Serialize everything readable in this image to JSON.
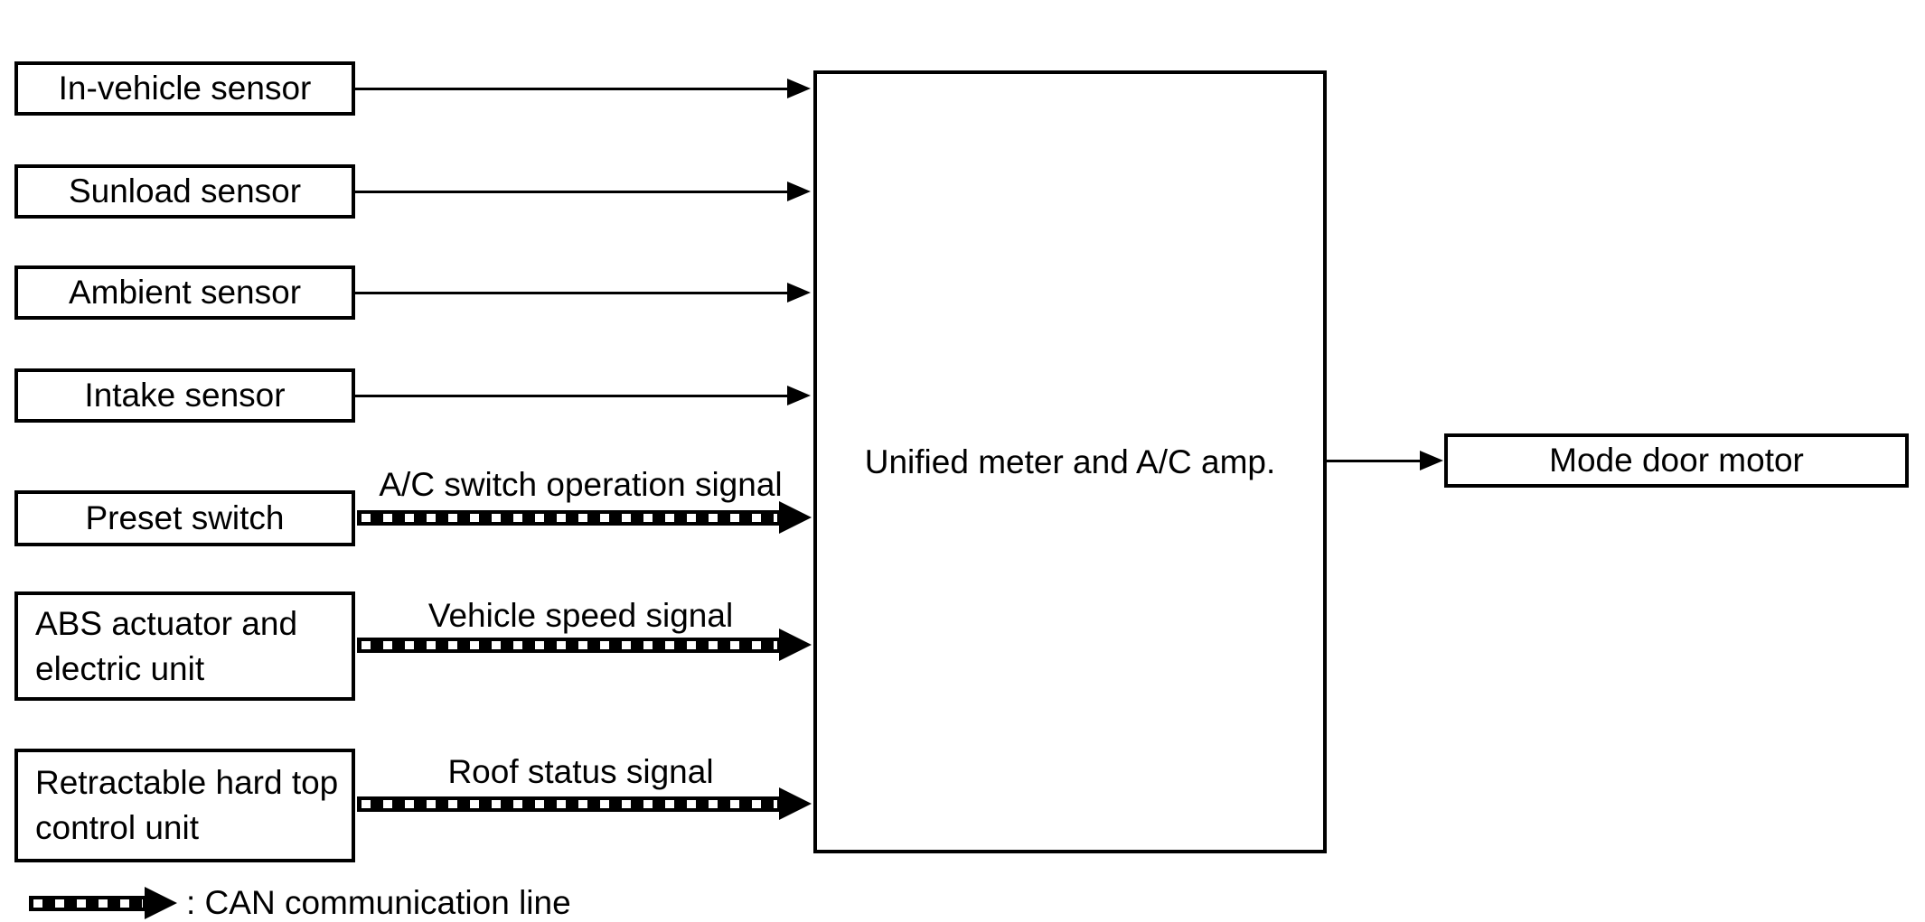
{
  "diagram": {
    "sources": [
      {
        "label": "In-vehicle sensor",
        "line_type": "plain"
      },
      {
        "label": "Sunload sensor",
        "line_type": "plain"
      },
      {
        "label": "Ambient sensor",
        "line_type": "plain"
      },
      {
        "label": "Intake sensor",
        "line_type": "plain"
      },
      {
        "label": "Preset switch",
        "line_type": "CAN",
        "signal": "A/C switch operation signal"
      },
      {
        "label": "ABS actuator and\nelectric unit",
        "line_type": "CAN",
        "signal": "Vehicle speed signal"
      },
      {
        "label": "Retractable hard top\ncontrol unit",
        "line_type": "CAN",
        "signal": "Roof status signal"
      }
    ],
    "center_box": {
      "label": "Unified meter and A/C amp."
    },
    "output_box": {
      "label": "Mode door motor"
    },
    "legend": {
      "label": ": CAN communication line"
    },
    "colors": {
      "line": "#000000",
      "background": "#ffffff"
    }
  }
}
